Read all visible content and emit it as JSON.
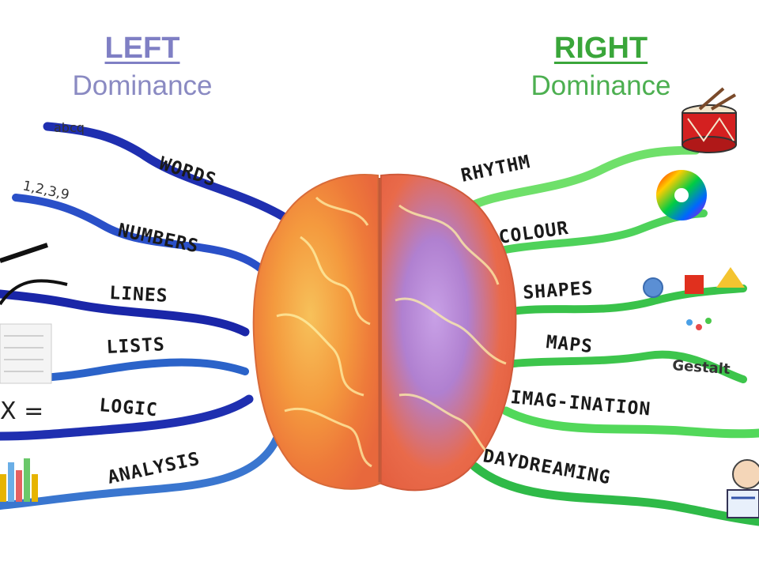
{
  "left": {
    "title": "LEFT",
    "subtitle": "Dominance",
    "title_color": "#7f7fc4",
    "subtitle_color": "#8a8ac2",
    "branch_color": "#1f2fb0",
    "items": [
      "WORDS",
      "NUMBERS",
      "LINES",
      "LISTS",
      "LOGIC",
      "ANALYSIS"
    ],
    "hints": {
      "words": "abcq",
      "numbers": "1,2,3,9",
      "logic": "X ="
    }
  },
  "right": {
    "title": "RIGHT",
    "subtitle": "Dominance",
    "title_color": "#3aa63a",
    "subtitle_color": "#4caf50",
    "branch_color": "#5ad85a",
    "items": [
      "RHYTHM",
      "COLOUR",
      "SHAPES",
      "MAPS",
      "IMAG-INATION",
      "DAYDREAMING"
    ],
    "hints": {
      "maps": "Gestalt"
    }
  },
  "icons": [
    "drum-icon",
    "color-wheel-icon",
    "circle-shape-icon",
    "square-shape-icon",
    "triangle-shape-icon",
    "brain-illustration"
  ]
}
